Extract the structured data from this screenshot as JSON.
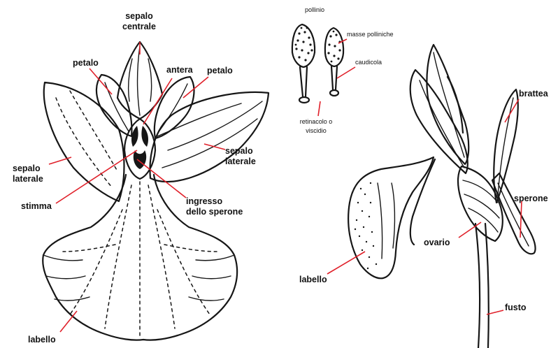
{
  "colors": {
    "ink": "#161616",
    "leader": "#e0202a",
    "background": "#ffffff"
  },
  "front_view": {
    "sepalo_centrale": [
      "sepalo",
      "centrale"
    ],
    "petalo_left": "petalo",
    "antera": "antera",
    "petalo_right": "petalo",
    "sepalo_laterale_left": [
      "sepalo",
      "laterale"
    ],
    "sepalo_laterale_right": [
      "sepalo",
      "laterale"
    ],
    "stimma": "stimma",
    "ingresso_sperone": [
      "ingresso",
      "dello sperone"
    ],
    "labello": "labello"
  },
  "pollinia_detail": {
    "pollinio": "pollinio",
    "masse_polliniche": "masse polliniche",
    "caudicola": "caudicola",
    "retinacolo": [
      "retinacolo o",
      "viscidio"
    ]
  },
  "side_view": {
    "brattea": "brattea",
    "sperone": "sperone",
    "ovario": "ovario",
    "labello": "labello",
    "fusto": "fusto"
  }
}
